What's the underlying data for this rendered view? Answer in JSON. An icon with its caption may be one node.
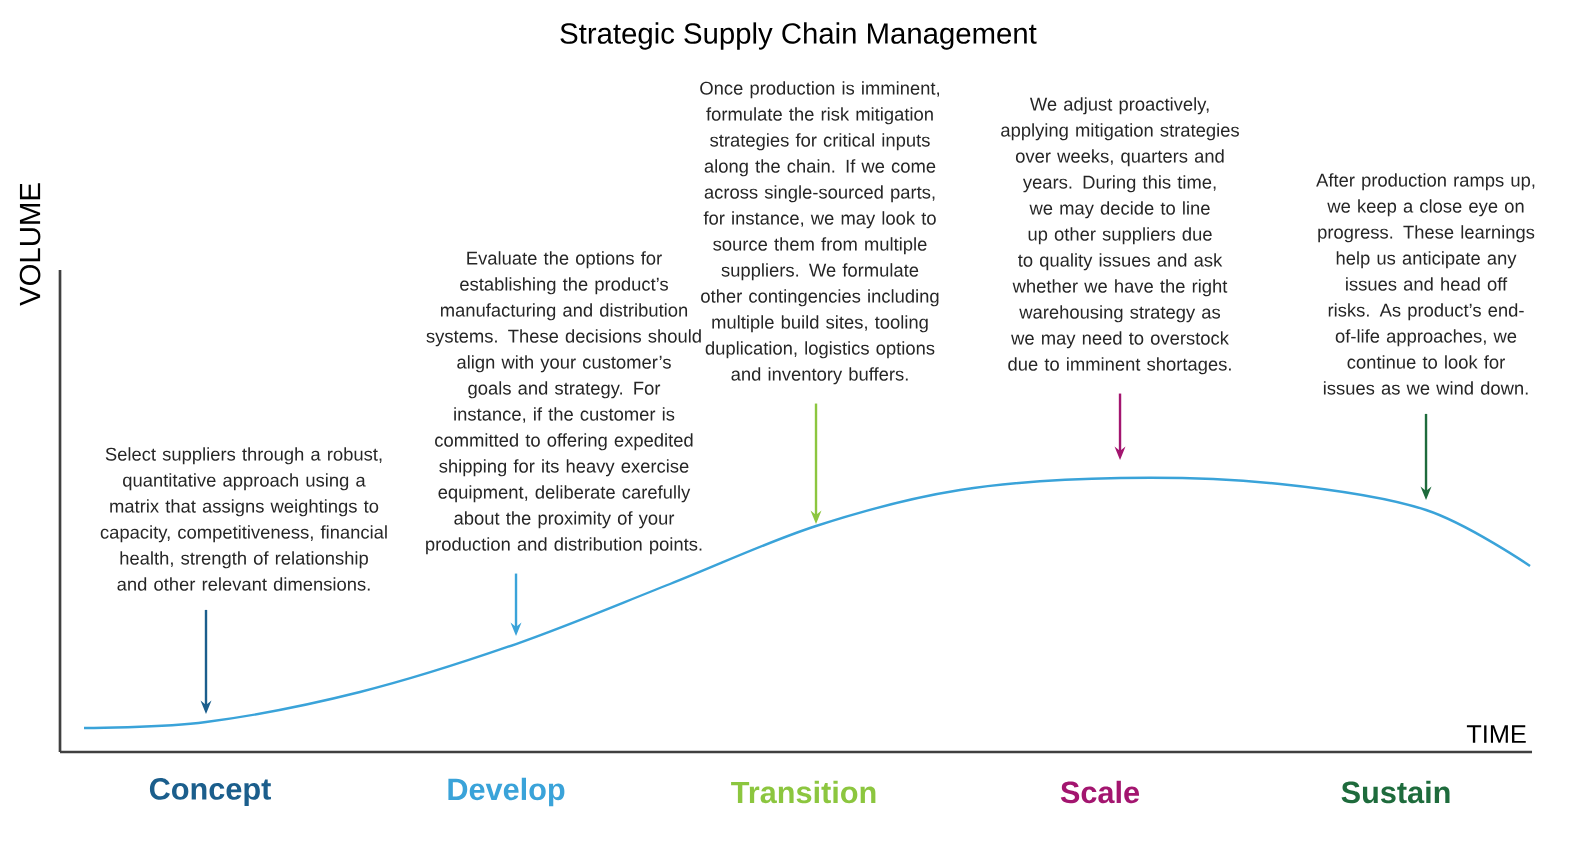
{
  "diagram": {
    "title": "Strategic Supply Chain Management",
    "nodes": [
      {
        "text": [
          "Select suppliers through a robust, quantitative approach using a matrix that assigns weightings to capacity, competitiveness, financial health, strength of relationship and other relevant dimensions."
        ]
      },
      {
        "text": [
          "Evaluate the options for establishing the product’s manufacturing and distribution systems. These decisions should align with your customer’s goals and strategy. For instance, if the customer is committed to offering expedited shipping for its heavy exercise equipment, deliberate carefully about the proximity of your production and distribution points."
        ]
      },
      {
        "text": [
          "Once production is imminent, formulate the risk mitigation strategies for critical inputs along the chain. If we come across single-sourced parts, for instance, we may look to source them from multiple suppliers. We formulate other contingencies including multiple build sites, tooling duplication, logistics options and inventory buffers."
        ]
      },
      {
        "text": [
          "We adjust proactively, applying mitigation strategies over weeks, quarters and years. During this time, we may decide to line up other suppliers due to quality issues and ask whether we have the right warehousing strategy as we may need to overstock due to imminent shortages."
        ]
      },
      {
        "text": [
          "After production ramps up, we keep a close eye on progress. These learnings help us anticipate any issues and head off risks. As product’s end-of-life approaches, we continue to look for issues as we wind down."
        ]
      }
    ],
    "edges": [
      {
        "from": 0,
        "to": null,
        "arrow": "to",
        "color": "#1b5e8c"
      },
      {
        "from": 1,
        "to": null,
        "arrow": "to",
        "color": "#3aa3d9"
      },
      {
        "from": 2,
        "to": null,
        "arrow": "to",
        "color": "#8cc63f"
      },
      {
        "from": 3,
        "to": null,
        "arrow": "to",
        "color": "#a3156f"
      },
      {
        "from": 4,
        "to": null,
        "arrow": "to",
        "color": "#1e6b3c"
      }
    ],
    "labels": [
      "VOLUME",
      "TIME",
      "Concept",
      "Develop",
      "Transition",
      "Scale",
      "Sustain"
    ]
  }
}
